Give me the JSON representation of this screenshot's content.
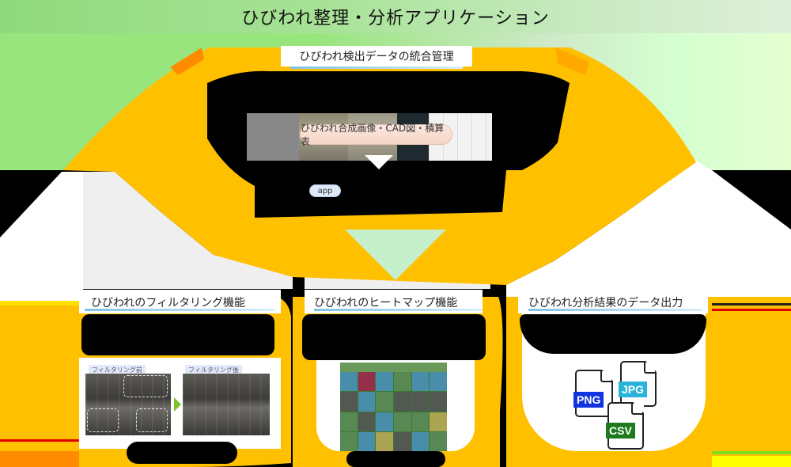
{
  "header": {
    "title": "ひびわれ整理・分析アプリケーション"
  },
  "top_section": {
    "label": "ひびわれ検出データの統合管理",
    "images_caption": "ひびわれ合成画像・CAD図・積算表",
    "app_badge": "app",
    "colors": {
      "ring": "#ffc000",
      "arrow": "#c5efca",
      "pill_bg": "#f8dccf"
    }
  },
  "features": [
    {
      "title": "ひびわれのフィルタリング機能",
      "before_label": "フィルタリング前",
      "after_label": "フィルタリング後"
    },
    {
      "title": "ひびわれのヒートマップ機能",
      "heatmap_colors": [
        "#4aa3d8",
        "#b0204f",
        "#5aa84a",
        "#d8c858"
      ]
    },
    {
      "title": "ひびわれ分析結果のデータ出力",
      "file_types": [
        {
          "label": "PNG",
          "color": "#1034e0"
        },
        {
          "label": "JPG",
          "color": "#2ab3d8"
        },
        {
          "label": "CSV",
          "color": "#1f7a1f"
        }
      ]
    }
  ]
}
